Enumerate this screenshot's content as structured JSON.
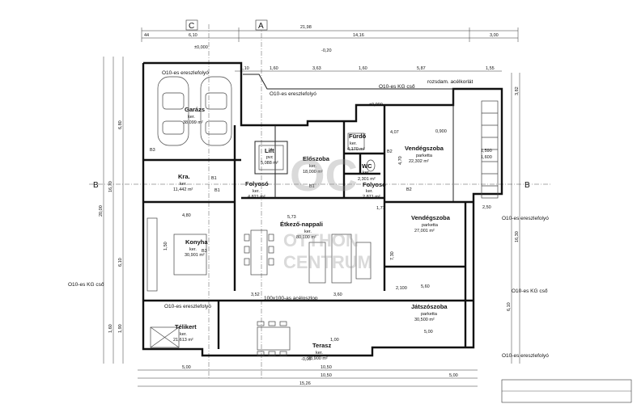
{
  "watermark": {
    "logo": "OC",
    "line1": "OTTHON",
    "line2": "CENTRUM"
  },
  "rooms": {
    "garazs": {
      "name": "Garázs",
      "finish": "ker.",
      "area": "38,099 m²",
      "code": "B3"
    },
    "kamra": {
      "name": "Kra.",
      "finish": "ker.",
      "area": "11,442 m²",
      "code": "B1"
    },
    "lift": {
      "name": "Lift",
      "finish": "pvc",
      "area": "5,088 m²"
    },
    "eloszoba": {
      "name": "Előszoba",
      "finish": "ker.",
      "area": "18,000 m²",
      "code": "B1"
    },
    "furdo": {
      "name": "Fürdő",
      "finish": "ker.",
      "area": "4,170 m²"
    },
    "wc": {
      "name": "WC",
      "finish": "ker.",
      "area": "2,301 m²"
    },
    "folyoso1": {
      "name": "Folyosó",
      "finish": "ker.",
      "area": "4,821 m²",
      "code": "B1"
    },
    "folyoso2": {
      "name": "Folyosó",
      "finish": "ker.",
      "area": "2,871 m²",
      "code": "B2"
    },
    "vendegszoba1": {
      "name": "Vendégszoba",
      "finish": "parketta",
      "area": "22,302 m²",
      "code": "B2"
    },
    "vendegszoba2": {
      "name": "Vendégszoba",
      "finish": "parketta",
      "area": "27,001 m²"
    },
    "etkezo": {
      "name": "Étkező-nappali",
      "finish": "ker.",
      "area": "80,100 m²"
    },
    "konyha": {
      "name": "Konyha",
      "finish": "ker.",
      "area": "30,901 m²",
      "code": "B3"
    },
    "jatszoszoba": {
      "name": "Játszószoba",
      "finish": "parketta",
      "area": "30,500 m²"
    },
    "telikert": {
      "name": "Télikert",
      "finish": "ker.",
      "area": "21,613 m²"
    },
    "terasz": {
      "name": "Terasz",
      "finish": "ker.",
      "area": "28,900 m²"
    }
  },
  "axes": {
    "c": "C",
    "a": "A",
    "b_left": "B",
    "b_right": "B"
  },
  "dims_top": {
    "overall": "21,98",
    "a": "6,10",
    "b": "14,16",
    "c": "3,00",
    "d": "44",
    "e": "1,60",
    "f": "3,63",
    "g": "1,60",
    "h": "5,87",
    "i": "1,10",
    "j": "1,55"
  },
  "dims_bottom": {
    "a": "5,00",
    "b": "10,50",
    "c": "5,00",
    "overall": "15,26",
    "d": "10,50"
  },
  "dims_left": {
    "a": "20,00",
    "b": "16,70",
    "c": "6,80",
    "d": "6,10",
    "e": "1,60",
    "f": "1,90"
  },
  "dims_right": {
    "a": "16,30",
    "b": "6,10",
    "c": "3,82",
    "d": "2,50",
    "e": "1,590",
    "f": "1,600"
  },
  "levels": {
    "zero": "±0,000",
    "minus20": "-0,20",
    "minus5": "-0,05",
    "zero2": "±0,000"
  },
  "notes": {
    "gutter1": "O10-es ereszlefolyó",
    "gutter2": "O10-es ereszlefolyó",
    "gutter3": "O10-es ereszlefolyó",
    "gutter4": "O10-es ereszlefolyó",
    "gutter5": "O10-es ereszlefolyó",
    "kg1": "O10-es KG cső",
    "kg2": "O10-es KG cső",
    "kg3": "O10-es KG cső",
    "rozsdam": "rozsdam. acélkorlát",
    "column": "100x100-as acéloszlop"
  },
  "inner_dims": {
    "k1": "4,80",
    "k2": "5,73",
    "k3": "3,52",
    "k4": "3,60",
    "k5": "5,00",
    "k6": "1,00",
    "k7": "7,30",
    "k8": "4,07",
    "k9": "4,70",
    "k10": "1,77",
    "k11": "1,50",
    "k12": "5,60",
    "k13": "0,900",
    "k14": "2,100"
  }
}
